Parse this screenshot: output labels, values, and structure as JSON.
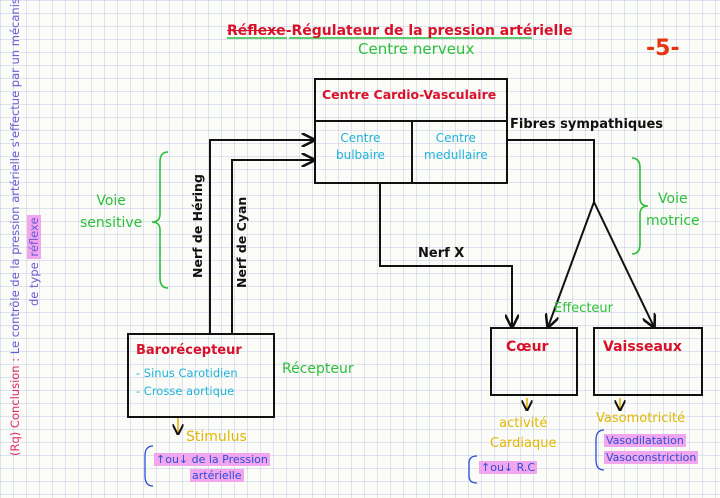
{
  "colors": {
    "title": "#d8102a",
    "title_highlight": "#2bbf3a",
    "center_text": "#20b4d8",
    "green_label": "#2bbf3a",
    "blue_text": "#2a4ed6",
    "yellow_text": "#e2b700",
    "conclusion_text": "#6b5bd6",
    "highlight": "#f2a6ee"
  },
  "header": {
    "title_prefix": "Réflexe",
    "title_main": "Régulateur de la pression artérielle",
    "page_number": "-5-",
    "subtitle": "Centre nerveux"
  },
  "center": {
    "title": "Centre Cardio-Vasculaire",
    "left": [
      "Centre",
      "bulbaire"
    ],
    "right": [
      "Centre",
      "medullaire"
    ]
  },
  "nerves": {
    "hering": "Nerf de Héring",
    "cyan": "Nerf de Cyan",
    "x": "Nerf X",
    "sympathetic": "Fibres sympathiques"
  },
  "pathways": {
    "sensitive": [
      "Voie",
      "sensitive"
    ],
    "motor": [
      "Voie",
      "motrice"
    ]
  },
  "receptor": {
    "title": "Barorécepteur",
    "items": [
      "- Sinus Carotidien",
      "- Crosse aortique"
    ],
    "label": "Récepteur"
  },
  "effectors": {
    "label": "Effecteur",
    "heart": "Cœur",
    "vessels": "Vaisseaux"
  },
  "stimulus": {
    "label": "Stimulus",
    "text": [
      "↑ou↓ de la Pression",
      "artérielle"
    ]
  },
  "heart_response": {
    "label": [
      "activité",
      "Cardiaque"
    ],
    "text": "↑ou↓ R.C"
  },
  "vessel_response": {
    "label": "Vasomotricité",
    "items": [
      "Vasodilatation",
      "Vasoconstriction"
    ]
  },
  "conclusion": {
    "label": "(Rq) Conclusion :",
    "line1": "Le contrôle de la pression artérielle s'effectue par un mécanisme",
    "line2": "de type",
    "line2_hl": "réflexe"
  }
}
